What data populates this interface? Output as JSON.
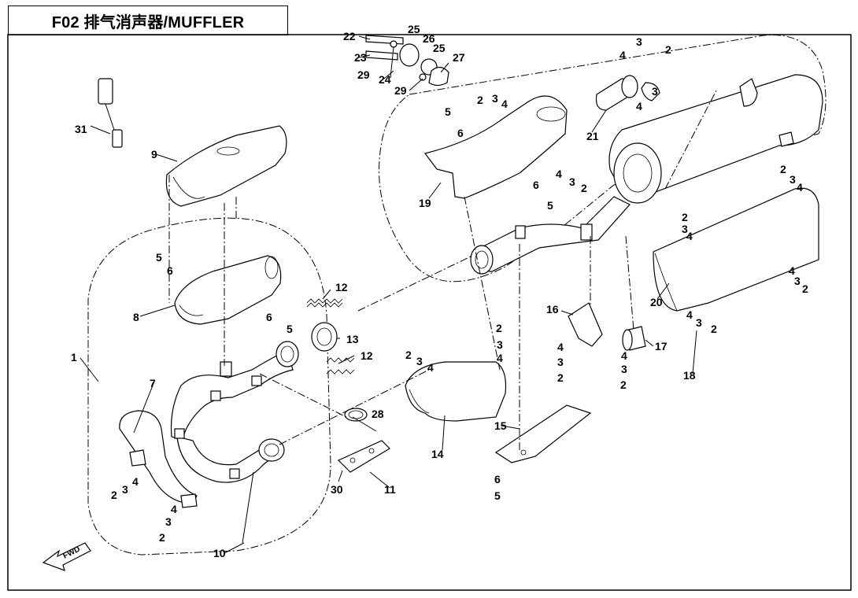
{
  "title": "F02 排气消声器/MUFFLER",
  "fwd_label": "FWD",
  "callouts": [
    {
      "id": "c1",
      "text": "1"
    },
    {
      "id": "c2a",
      "text": "2"
    },
    {
      "id": "c2b",
      "text": "2"
    },
    {
      "id": "c2c",
      "text": "2"
    },
    {
      "id": "c2d",
      "text": "2"
    },
    {
      "id": "c2e",
      "text": "2"
    },
    {
      "id": "c2f",
      "text": "2"
    },
    {
      "id": "c2g",
      "text": "2"
    },
    {
      "id": "c2h",
      "text": "2"
    },
    {
      "id": "c2i",
      "text": "2"
    },
    {
      "id": "c2j",
      "text": "2"
    },
    {
      "id": "c2k",
      "text": "2"
    },
    {
      "id": "c2l",
      "text": "2"
    },
    {
      "id": "c2m",
      "text": "2"
    },
    {
      "id": "c3a",
      "text": "3"
    },
    {
      "id": "c3b",
      "text": "3"
    },
    {
      "id": "c3c",
      "text": "3"
    },
    {
      "id": "c3d",
      "text": "3"
    },
    {
      "id": "c3e",
      "text": "3"
    },
    {
      "id": "c3f",
      "text": "3"
    },
    {
      "id": "c3g",
      "text": "3"
    },
    {
      "id": "c3h",
      "text": "3"
    },
    {
      "id": "c3i",
      "text": "3"
    },
    {
      "id": "c3j",
      "text": "3"
    },
    {
      "id": "c3k",
      "text": "3"
    },
    {
      "id": "c3l",
      "text": "3"
    },
    {
      "id": "c3m",
      "text": "3"
    },
    {
      "id": "c3n",
      "text": "3"
    },
    {
      "id": "c4a",
      "text": "4"
    },
    {
      "id": "c4b",
      "text": "4"
    },
    {
      "id": "c4c",
      "text": "4"
    },
    {
      "id": "c4d",
      "text": "4"
    },
    {
      "id": "c4e",
      "text": "4"
    },
    {
      "id": "c4f",
      "text": "4"
    },
    {
      "id": "c4g",
      "text": "4"
    },
    {
      "id": "c4h",
      "text": "4"
    },
    {
      "id": "c4i",
      "text": "4"
    },
    {
      "id": "c4j",
      "text": "4"
    },
    {
      "id": "c4k",
      "text": "4"
    },
    {
      "id": "c4l",
      "text": "4"
    },
    {
      "id": "c4m",
      "text": "4"
    },
    {
      "id": "c4n",
      "text": "4"
    },
    {
      "id": "c5a",
      "text": "5"
    },
    {
      "id": "c5b",
      "text": "5"
    },
    {
      "id": "c5c",
      "text": "5"
    },
    {
      "id": "c5d",
      "text": "5"
    },
    {
      "id": "c5e",
      "text": "5"
    },
    {
      "id": "c6a",
      "text": "6"
    },
    {
      "id": "c6b",
      "text": "6"
    },
    {
      "id": "c6c",
      "text": "6"
    },
    {
      "id": "c6d",
      "text": "6"
    },
    {
      "id": "c6e",
      "text": "6"
    },
    {
      "id": "c7",
      "text": "7"
    },
    {
      "id": "c8",
      "text": "8"
    },
    {
      "id": "c9",
      "text": "9"
    },
    {
      "id": "c10",
      "text": "10"
    },
    {
      "id": "c11",
      "text": "11"
    },
    {
      "id": "c12a",
      "text": "12"
    },
    {
      "id": "c12b",
      "text": "12"
    },
    {
      "id": "c13",
      "text": "13"
    },
    {
      "id": "c14",
      "text": "14"
    },
    {
      "id": "c15",
      "text": "15"
    },
    {
      "id": "c16",
      "text": "16"
    },
    {
      "id": "c17",
      "text": "17"
    },
    {
      "id": "c18",
      "text": "18"
    },
    {
      "id": "c19",
      "text": "19"
    },
    {
      "id": "c20",
      "text": "20"
    },
    {
      "id": "c21",
      "text": "21"
    },
    {
      "id": "c22",
      "text": "22"
    },
    {
      "id": "c23",
      "text": "23"
    },
    {
      "id": "c24",
      "text": "24"
    },
    {
      "id": "c25a",
      "text": "25"
    },
    {
      "id": "c25b",
      "text": "25"
    },
    {
      "id": "c26",
      "text": "26"
    },
    {
      "id": "c27",
      "text": "27"
    },
    {
      "id": "c28",
      "text": "28"
    },
    {
      "id": "c29a",
      "text": "29"
    },
    {
      "id": "c29b",
      "text": "29"
    },
    {
      "id": "c30",
      "text": "30"
    },
    {
      "id": "c31",
      "text": "31"
    }
  ]
}
